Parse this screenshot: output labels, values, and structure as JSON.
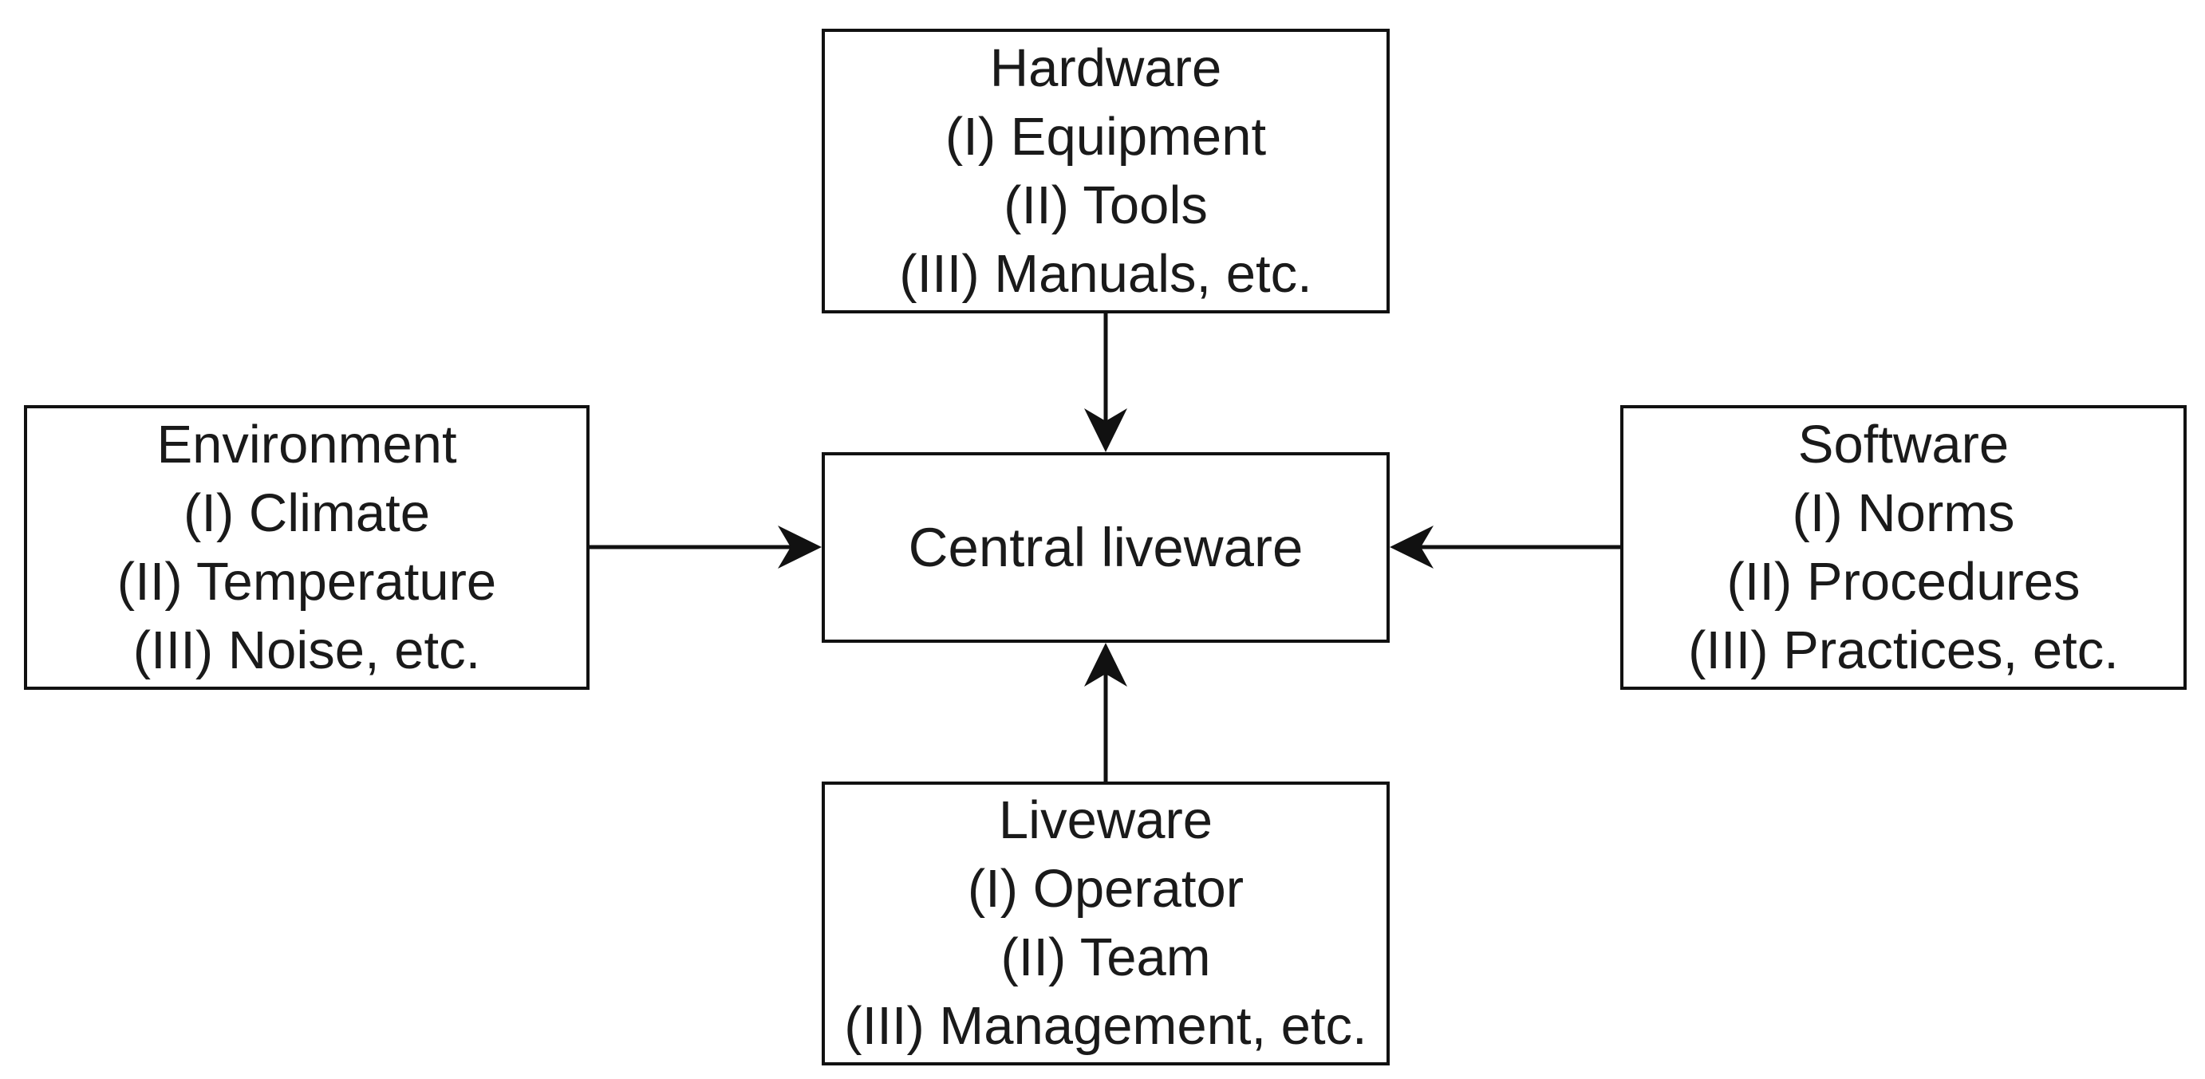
{
  "diagram": {
    "hardware": {
      "title": "Hardware",
      "items": [
        "(I) Equipment",
        "(II) Tools",
        "(III) Manuals, etc."
      ]
    },
    "environment": {
      "title": "Environment",
      "items": [
        "(I) Climate",
        "(II) Temperature",
        "(III) Noise, etc."
      ]
    },
    "software": {
      "title": "Software",
      "items": [
        "(I) Norms",
        "(II) Procedures",
        "(III) Practices, etc."
      ]
    },
    "liveware": {
      "title": "Liveware",
      "items": [
        "(I) Operator",
        "(II) Team",
        "(III) Management, etc."
      ]
    },
    "central": {
      "title": "Central liveware"
    },
    "arrows": [
      {
        "from": "hardware",
        "to": "central"
      },
      {
        "from": "environment",
        "to": "central"
      },
      {
        "from": "software",
        "to": "central"
      },
      {
        "from": "liveware",
        "to": "central"
      }
    ],
    "colors": {
      "stroke": "#111111",
      "text": "#1a1a1a",
      "background": "#ffffff"
    }
  }
}
